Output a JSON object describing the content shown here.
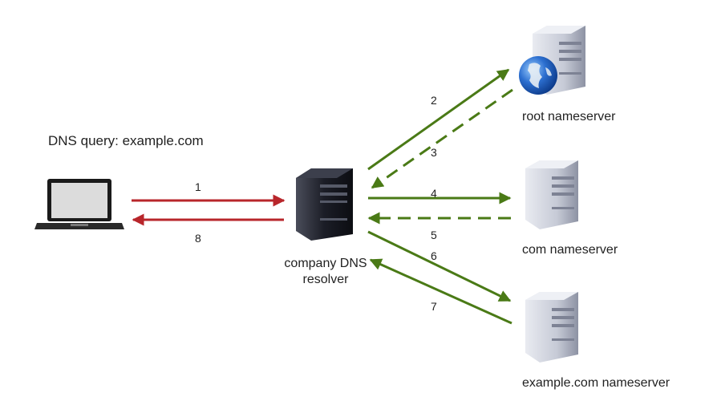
{
  "title": "DNS query: example.com",
  "nodes": {
    "resolver": "company DNS\nresolver",
    "root": "root nameserver",
    "com": "com nameserver",
    "example": "example.com nameserver"
  },
  "steps": [
    "1",
    "2",
    "3",
    "4",
    "5",
    "6",
    "7",
    "8"
  ],
  "colors": {
    "request_red": "#b8262b",
    "query_green": "#4a7a16",
    "server_light": "#c9cdd8",
    "server_dark": "#1b1d26",
    "globe": "#2c6fd0"
  },
  "icons": {
    "laptop": "laptop-icon",
    "resolver": "dark-server-icon",
    "nameserver": "server-icon",
    "globe": "globe-icon"
  }
}
